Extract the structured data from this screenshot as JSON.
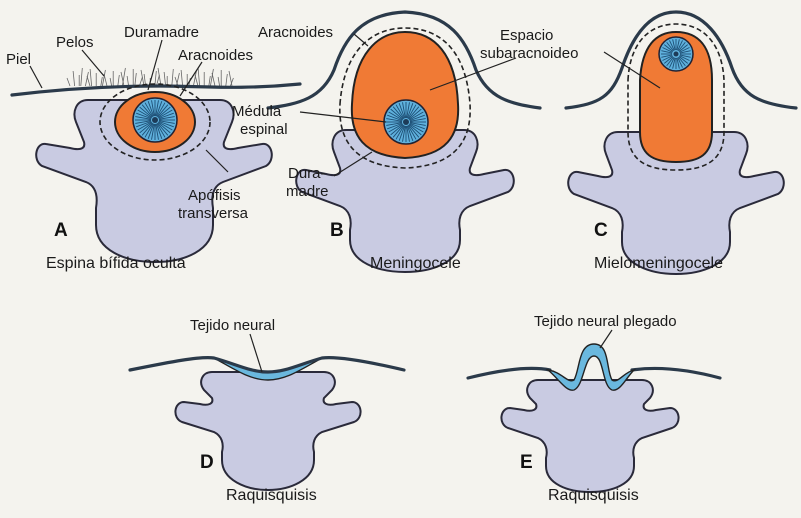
{
  "panels": {
    "A": {
      "letter": "A",
      "caption": "Espina bífida oculta",
      "labels": {
        "piel": "Piel",
        "pelos": "Pelos",
        "duramadre": "Duramadre",
        "aracnoides": "Aracnoides",
        "apofisis_1": "Apófisis",
        "apofisis_2": "transversa"
      }
    },
    "B": {
      "letter": "B",
      "caption": "Meningocele",
      "labels": {
        "aracnoides": "Aracnoides",
        "medula_1": "Médula",
        "medula_2": "espinal",
        "dura_1": "Dura-",
        "dura_2": "madre"
      }
    },
    "C": {
      "letter": "C",
      "caption": "Mielomeningocele",
      "labels": {
        "espacio_1": "Espacio",
        "espacio_2": "subaracnoideo"
      }
    },
    "D": {
      "letter": "D",
      "caption": "Raquisquisis",
      "labels": {
        "tejido": "Tejido neural"
      }
    },
    "E": {
      "letter": "E",
      "caption": "Raquisquisis",
      "labels": {
        "tejido": "Tejido neural plegado"
      }
    }
  },
  "colors": {
    "vertebra": "#c9cbe2",
    "csf_sac": "#f07a35",
    "spinal_cord": "#5fb0dc",
    "skin": "#2b3a4a"
  }
}
